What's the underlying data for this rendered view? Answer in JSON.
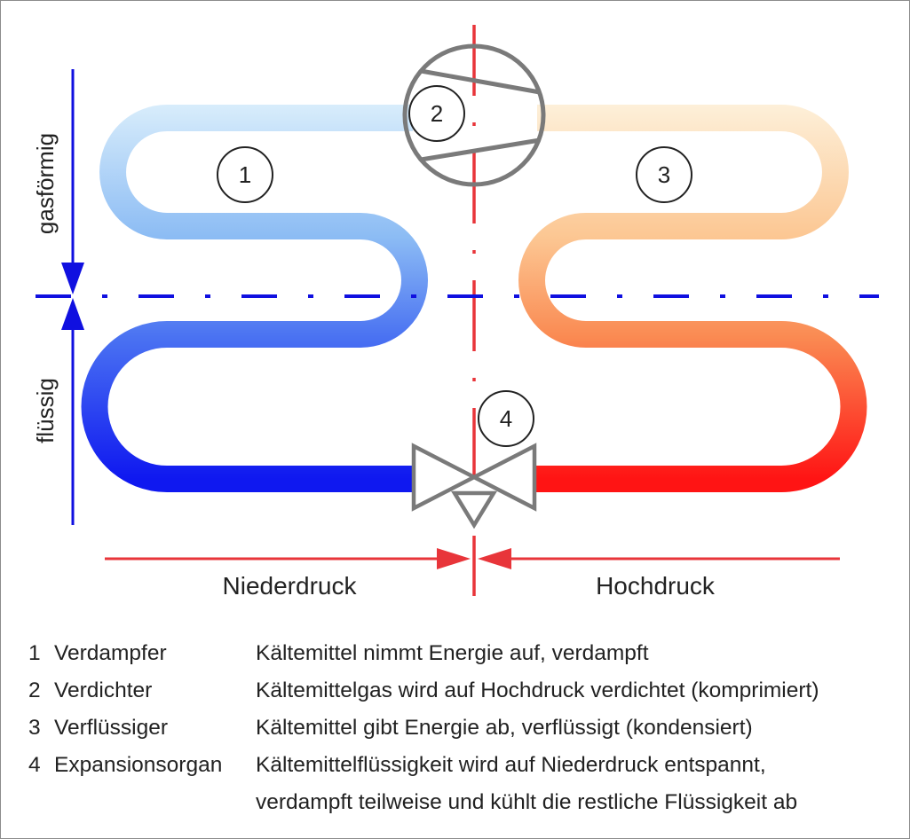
{
  "colors": {
    "low_pressure": "#1a1aff",
    "high_pressure": "#ff1e1e",
    "component_stroke": "#7a7a7a",
    "axis_blue": "#1010e0",
    "axis_red": "#e8353a"
  },
  "components": {
    "c1": "1",
    "c2": "2",
    "c3": "3",
    "c4": "4"
  },
  "side_labels": {
    "gas": "gasförmig",
    "liquid": "flüssig"
  },
  "pressure_labels": {
    "low": "Niederdruck",
    "high": "Hochdruck"
  },
  "legend": [
    {
      "num": "1",
      "name": "Verdampfer",
      "desc": "Kältemittel nimmt Energie auf, verdampft"
    },
    {
      "num": "2",
      "name": "Verdichter",
      "desc": "Kältemittelgas wird auf Hochdruck verdichtet (komprimiert)"
    },
    {
      "num": "3",
      "name": "Verflüssiger",
      "desc": "Kältemittel gibt Energie ab, verflüssigt (kondensiert)"
    },
    {
      "num": "4",
      "name": "Expansionsorgan",
      "desc": "Kältemittelflüssigkeit wird auf Niederdruck entspannt,",
      "desc2": "verdampft teilweise und kühlt die restliche Flüssigkeit ab"
    }
  ]
}
